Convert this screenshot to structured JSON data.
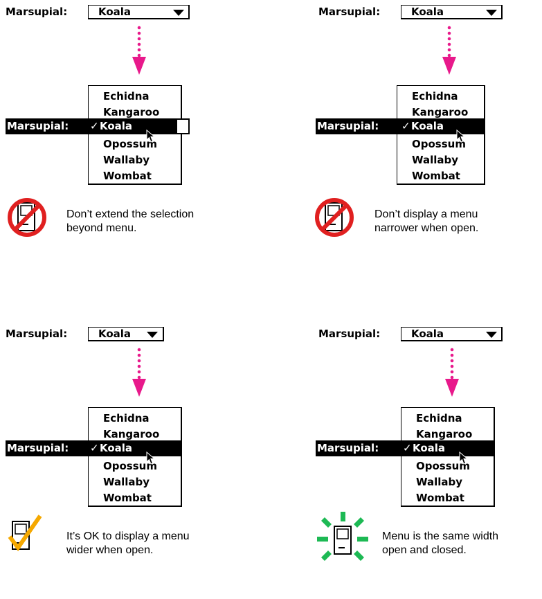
{
  "label": "Marsupial:",
  "selected": "Koala",
  "check": "✓",
  "menu_items": [
    "Echidna",
    "Kangaroo",
    "Koala",
    "Opossum",
    "Wallaby",
    "Wombat"
  ],
  "panels": [
    {
      "caption_line1": "Don’t extend the selection",
      "caption_line2": "beyond menu.",
      "icon": "prohibited-icon"
    },
    {
      "caption_line1": "Don’t display a menu",
      "caption_line2": "narrower when open.",
      "icon": "prohibited-icon"
    },
    {
      "caption_line1": "It’s OK to display a menu",
      "caption_line2": "wider when open.",
      "icon": "checkmark-ok-icon"
    },
    {
      "caption_line1": "Menu is the same width",
      "caption_line2": "open and closed.",
      "icon": "radiant-approved-icon"
    }
  ],
  "colors": {
    "arrow": "#e8198b",
    "prohibit": "#e02020",
    "check": "#f5a800",
    "radiant": "#1db954"
  }
}
